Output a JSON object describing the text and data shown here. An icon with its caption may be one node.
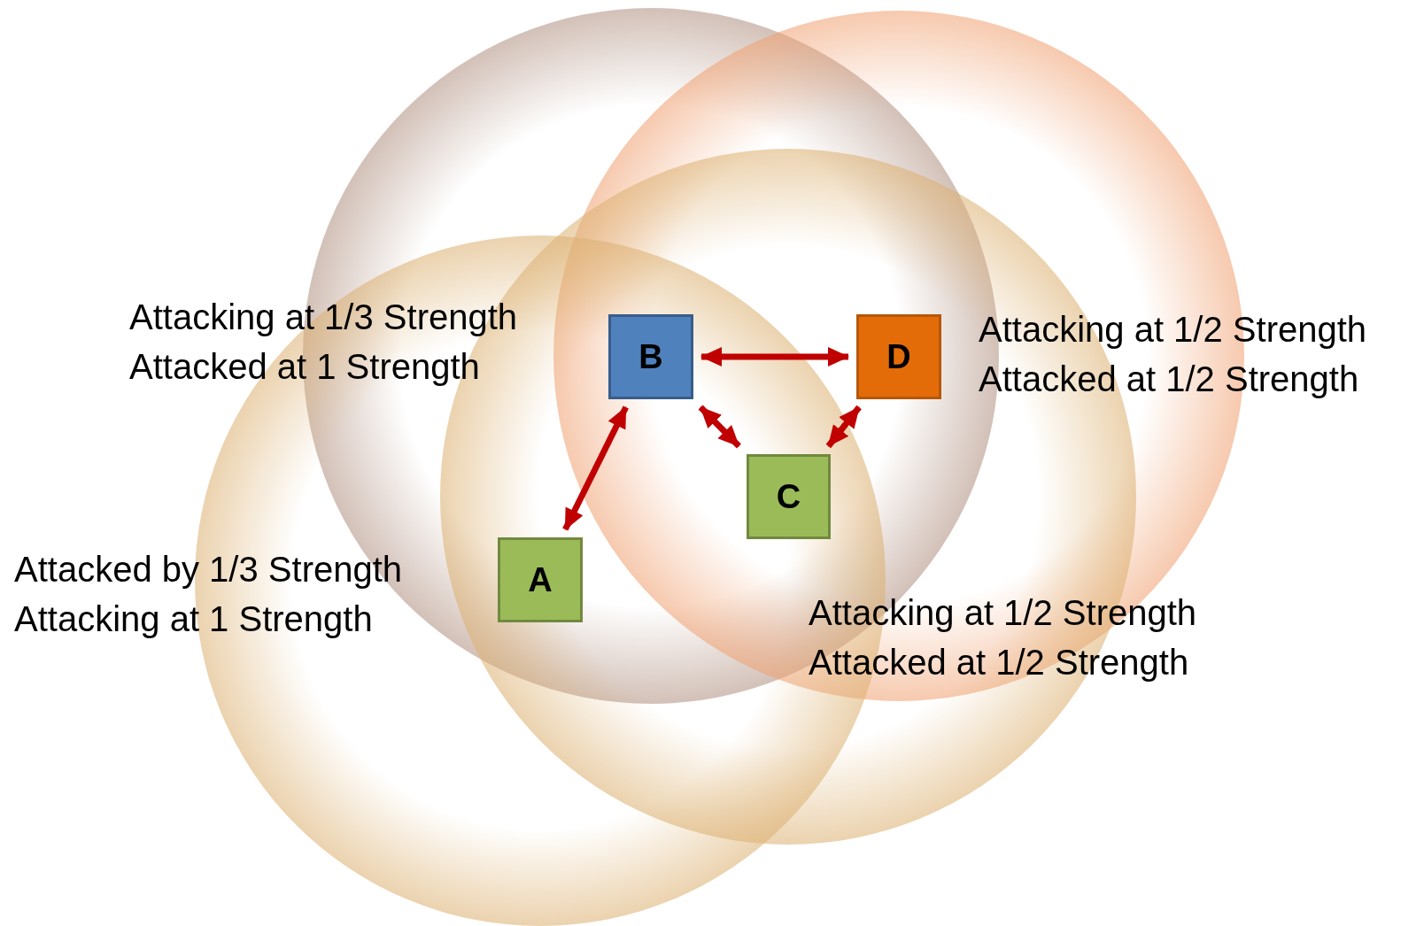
{
  "diagram": {
    "nodes": [
      {
        "text": [
          "B"
        ],
        "beside": [
          "Attacking at 1/3 Strength",
          "Attacked at 1 Strength"
        ]
      },
      {
        "text": [
          "D"
        ],
        "beside": [
          "Attacking at 1/2 Strength",
          "Attacked at 1/2 Strength"
        ]
      },
      {
        "text": [
          "C"
        ],
        "beside": [
          "Attacking at 1/2 Strength",
          "Attacked at 1/2 Strength"
        ]
      },
      {
        "text": [
          "A"
        ],
        "beside": [
          "Attacked by 1/3 Strength",
          "Attacking at 1 Strength"
        ]
      }
    ],
    "edges": [
      {
        "from": 0,
        "to": 1,
        "arrow": "both"
      },
      {
        "from": 3,
        "to": 0,
        "arrow": "both"
      },
      {
        "from": 0,
        "to": 2,
        "arrow": "both"
      },
      {
        "from": 2,
        "to": 1,
        "arrow": "both"
      }
    ]
  }
}
